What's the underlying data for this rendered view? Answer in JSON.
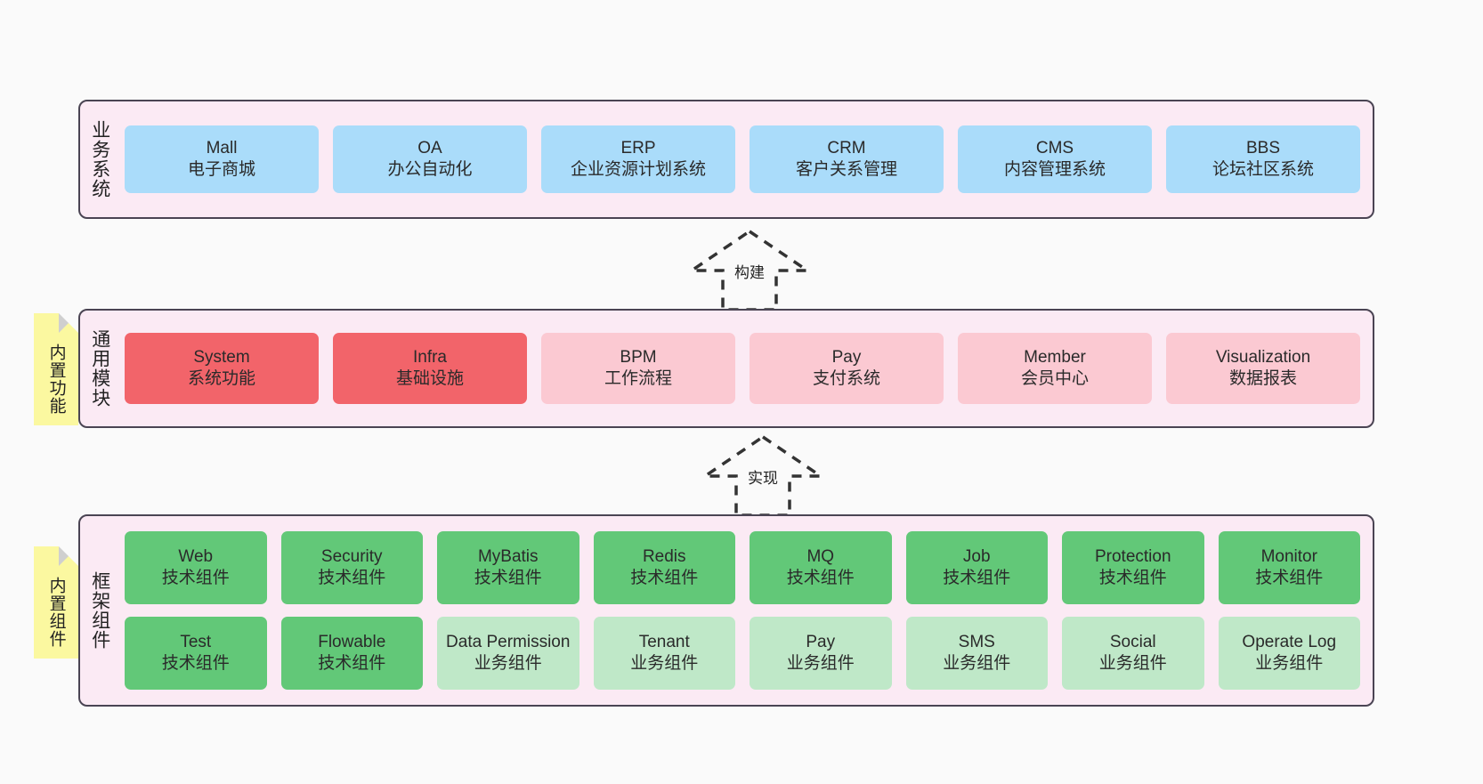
{
  "diagram": {
    "background_color": "#fafafa",
    "band_fill": "#fbeaf4",
    "band_border": "#4a4453",
    "note_fill": "#fbf8a0"
  },
  "layers": [
    {
      "id": "business-system",
      "title": "业务系统",
      "rows": [
        {
          "cells": [
            {
              "en": "Mall",
              "cn": "电子商城",
              "color": "#aadcfa"
            },
            {
              "en": "OA",
              "cn": "办公自动化",
              "color": "#aadcfa"
            },
            {
              "en": "ERP",
              "cn": "企业资源计划系统",
              "color": "#aadcfa"
            },
            {
              "en": "CRM",
              "cn": "客户关系管理",
              "color": "#aadcfa"
            },
            {
              "en": "CMS",
              "cn": "内容管理系统",
              "color": "#aadcfa"
            },
            {
              "en": "BBS",
              "cn": "论坛社区系统",
              "color": "#aadcfa"
            }
          ]
        }
      ]
    },
    {
      "id": "common-modules",
      "title": "通用模块",
      "rows": [
        {
          "cells": [
            {
              "en": "System",
              "cn": "系统功能",
              "color": "#f2646a"
            },
            {
              "en": "Infra",
              "cn": "基础设施",
              "color": "#f2646a"
            },
            {
              "en": "BPM",
              "cn": "工作流程",
              "color": "#fbc9d2"
            },
            {
              "en": "Pay",
              "cn": "支付系统",
              "color": "#fbc9d2"
            },
            {
              "en": "Member",
              "cn": "会员中心",
              "color": "#fbc9d2"
            },
            {
              "en": "Visualization",
              "cn": "数据报表",
              "color": "#fbc9d2"
            }
          ]
        }
      ]
    },
    {
      "id": "framework-components",
      "title": "框架组件",
      "rows": [
        {
          "cells": [
            {
              "en": "Web",
              "cn": "技术组件",
              "color": "#62c878"
            },
            {
              "en": "Security",
              "cn": "技术组件",
              "color": "#62c878"
            },
            {
              "en": "MyBatis",
              "cn": "技术组件",
              "color": "#62c878"
            },
            {
              "en": "Redis",
              "cn": "技术组件",
              "color": "#62c878"
            },
            {
              "en": "MQ",
              "cn": "技术组件",
              "color": "#62c878"
            },
            {
              "en": "Job",
              "cn": "技术组件",
              "color": "#62c878"
            },
            {
              "en": "Protection",
              "cn": "技术组件",
              "color": "#62c878"
            },
            {
              "en": "Monitor",
              "cn": "技术组件",
              "color": "#62c878"
            }
          ]
        },
        {
          "cells": [
            {
              "en": "Test",
              "cn": "技术组件",
              "color": "#62c878"
            },
            {
              "en": "Flowable",
              "cn": "技术组件",
              "color": "#62c878"
            },
            {
              "en": "Data Permission",
              "cn": "业务组件",
              "color": "#bfe8c8"
            },
            {
              "en": "Tenant",
              "cn": "业务组件",
              "color": "#bfe8c8"
            },
            {
              "en": "Pay",
              "cn": "业务组件",
              "color": "#bfe8c8"
            },
            {
              "en": "SMS",
              "cn": "业务组件",
              "color": "#bfe8c8"
            },
            {
              "en": "Social",
              "cn": "业务组件",
              "color": "#bfe8c8"
            },
            {
              "en": "Operate Log",
              "cn": "业务组件",
              "color": "#bfe8c8"
            }
          ]
        }
      ]
    }
  ],
  "notes": [
    {
      "id": "builtin-function",
      "label": "内置功能"
    },
    {
      "id": "builtin-component",
      "label": "内置组件"
    }
  ],
  "arrows": [
    {
      "id": "build",
      "label": "构建"
    },
    {
      "id": "realize",
      "label": "实现"
    }
  ]
}
